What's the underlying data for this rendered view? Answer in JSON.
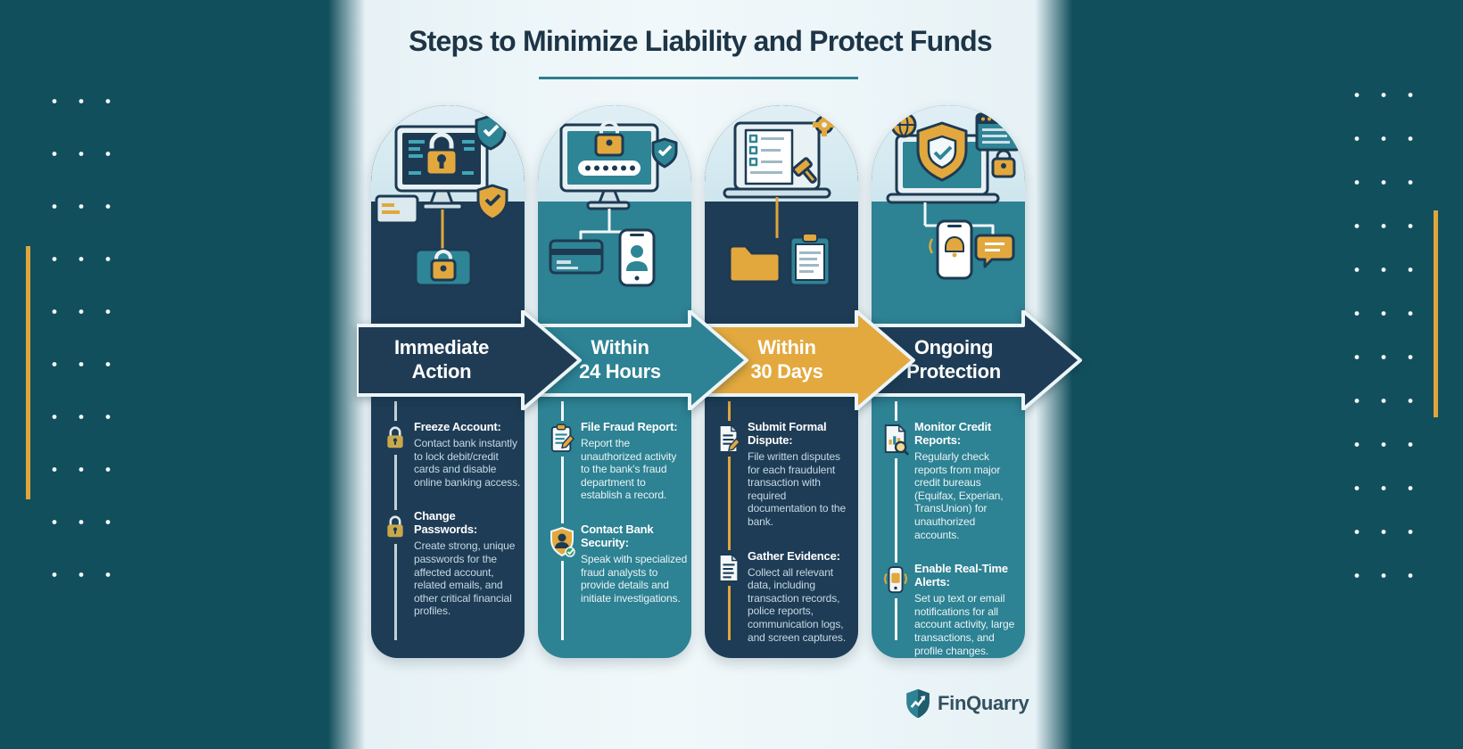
{
  "title": "Steps to Minimize Liability and Protect Funds",
  "columns": [
    {
      "id": "immediate-action",
      "banner_line1": "Immediate",
      "banner_line2": "Action",
      "theme": "navy",
      "illustration": "desktop-monitor-padlock-shields-credit-cards",
      "items": [
        {
          "icon": "padlock-icon",
          "heading": "Freeze Account:",
          "body": "Contact bank instantly to lock debit/credit cards and disable online banking access."
        },
        {
          "icon": "padlock-icon",
          "heading": "Change Passwords:",
          "body": "Create strong, unique passwords for the affected account, related emails, and other critical financial profiles."
        }
      ]
    },
    {
      "id": "within-24-hours",
      "banner_line1": "Within",
      "banner_line2": "24 Hours",
      "theme": "teal",
      "illustration": "monitor-password-lock-shield-card-phone",
      "items": [
        {
          "icon": "clipboard-pencil-icon",
          "heading": "File Fraud Report:",
          "body": "Report the unauthorized activity to the bank's fraud department to establish a record."
        },
        {
          "icon": "shield-agent-icon",
          "heading": "Contact Bank Security:",
          "body": "Speak with specialized fraud analysts to provide details and initiate investigations."
        }
      ]
    },
    {
      "id": "within-30-days",
      "banner_line1": "Within",
      "banner_line2": "30 Days",
      "theme": "gold",
      "illustration": "laptop-checklist-gavel-gear-folder-clipboard",
      "items": [
        {
          "icon": "document-pencil-icon",
          "heading": "Submit Formal Dispute:",
          "body": "File written disputes for each fraudulent transaction with required documentation to the bank."
        },
        {
          "icon": "document-icon",
          "heading": "Gather Evidence:",
          "body": "Collect all relevant data, including transaction records, police reports, communication logs, and screen captures."
        }
      ]
    },
    {
      "id": "ongoing-protection",
      "banner_line1": "Ongoing",
      "banner_line2": "Protection",
      "theme": "navy",
      "illustration": "laptop-shield-globe-browser-padlock-phone-chat",
      "items": [
        {
          "icon": "credit-report-magnifier-icon",
          "heading": "Monitor Credit Reports:",
          "body": "Regularly check reports from major credit bureaus (Equifax, Experian, TransUnion) for unauthorized accounts."
        },
        {
          "icon": "phone-alert-icon",
          "heading": "Enable Real-Time Alerts:",
          "body": "Set up text or email notifications for all account activity, large transactions, and profile changes."
        }
      ]
    }
  ],
  "brand": {
    "name": "FinQuarry",
    "logo_icon": "shield-growth-arrow-icon"
  },
  "colors": {
    "background": "#124f5d",
    "light_panel": "#eef6f8",
    "panel_navy": "#1e3c55",
    "panel_teal": "#2d8293",
    "arrow_gold": "#e3a93e",
    "accent_gold": "#dfa53c",
    "title_text": "#1d3546",
    "underline": "#2d7f90",
    "brand_text": "#33505f"
  }
}
